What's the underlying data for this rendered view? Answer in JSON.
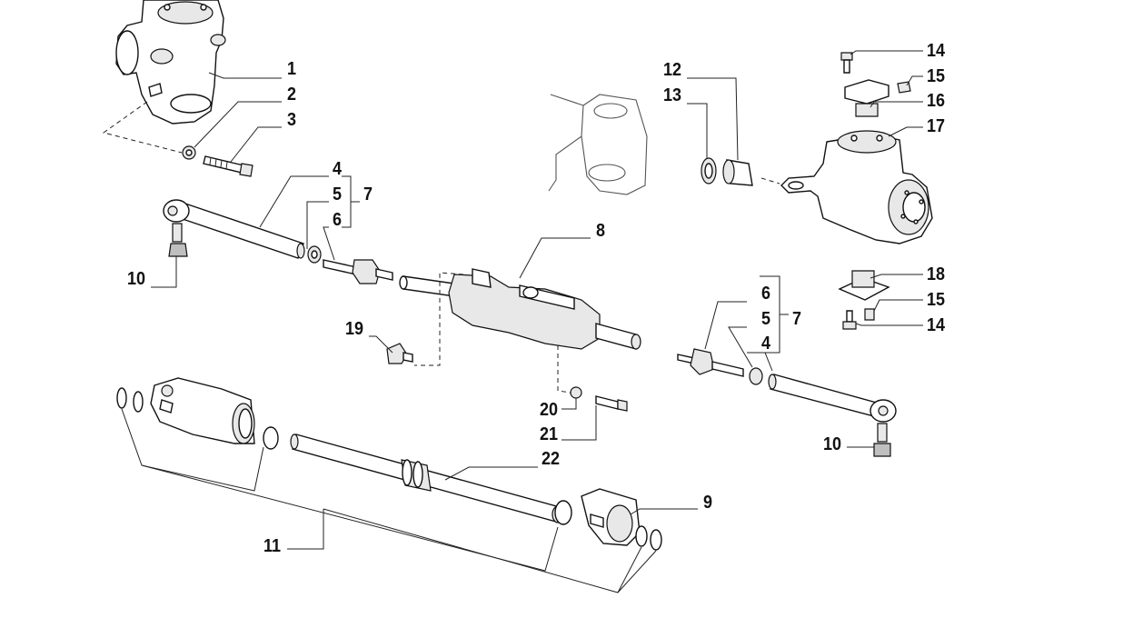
{
  "callouts": {
    "c1": "1",
    "c2": "2",
    "c3": "3",
    "c4a": "4",
    "c5a": "5",
    "c7a": "7",
    "c6a": "6",
    "c10a": "10",
    "c8": "8",
    "c19": "19",
    "c20": "20",
    "c21": "21",
    "c22": "22",
    "c9": "9",
    "c11": "11",
    "c12": "12",
    "c13": "13",
    "c14a": "14",
    "c15a": "15",
    "c16": "16",
    "c17": "17",
    "c18": "18",
    "c15b": "15",
    "c14b": "14",
    "c6b": "6",
    "c5b": "5",
    "c7b": "7",
    "c4b": "4",
    "c10b": "10"
  }
}
